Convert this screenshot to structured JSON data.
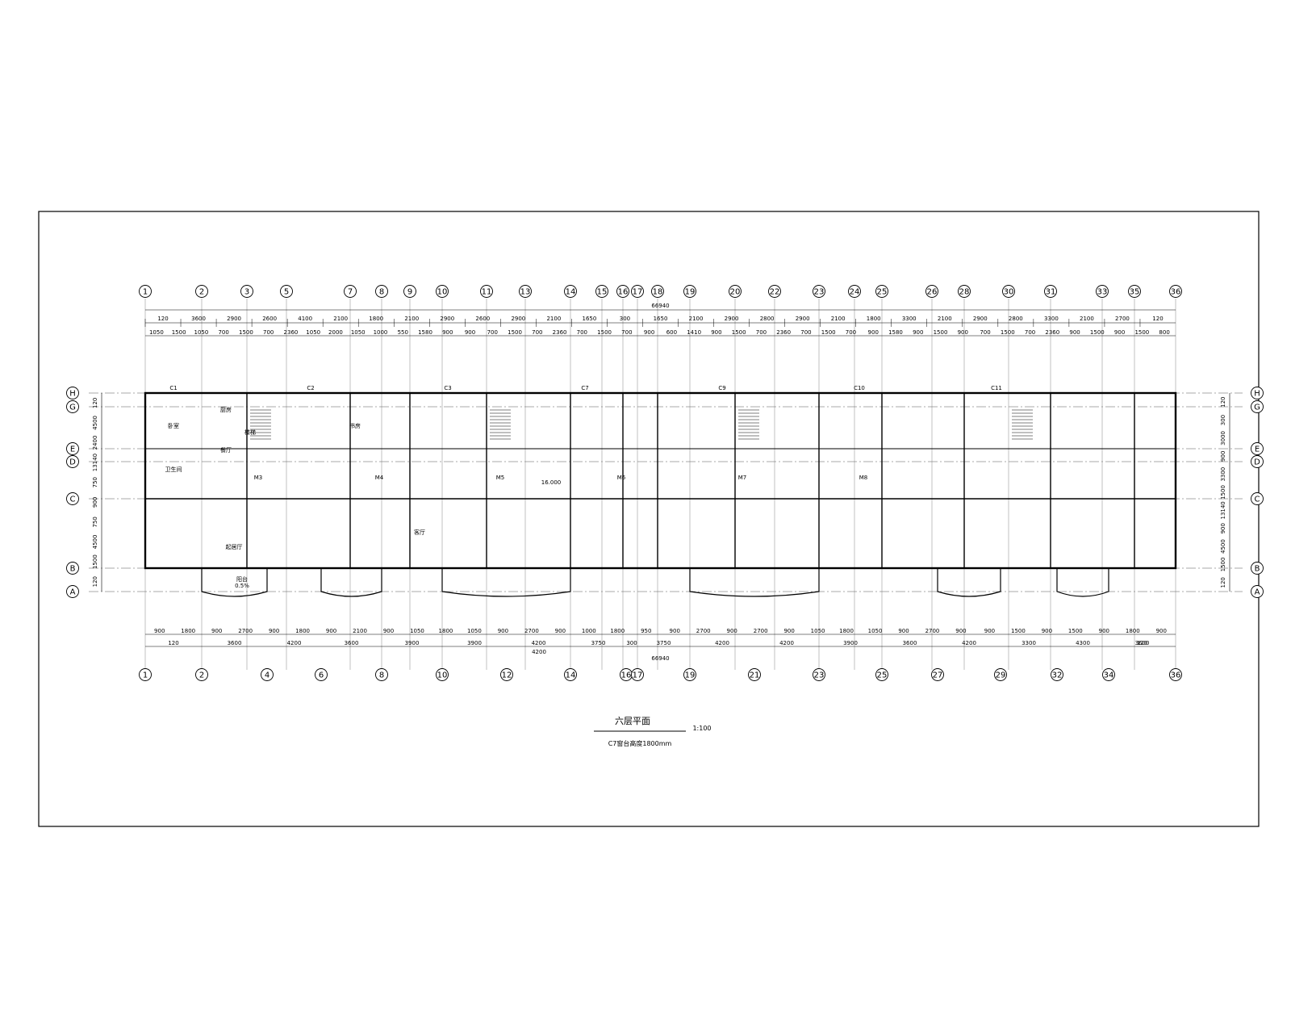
{
  "drawing": {
    "title": "六层平面",
    "scale": "1:100",
    "note": "C7窗台高度1800mm"
  },
  "axes": {
    "top": [
      "1",
      "2",
      "3",
      "5",
      "7",
      "8",
      "9",
      "10",
      "11",
      "13",
      "14",
      "15",
      "16",
      "17",
      "18",
      "19",
      "20",
      "22",
      "23",
      "24",
      "25",
      "26",
      "28",
      "30",
      "31",
      "33",
      "35",
      "36"
    ],
    "bottom": [
      "1",
      "2",
      "4",
      "6",
      "8",
      "10",
      "12",
      "14",
      "16",
      "17",
      "19",
      "21",
      "23",
      "25",
      "27",
      "29",
      "32",
      "34",
      "36"
    ],
    "rows": [
      "H",
      "G",
      "E",
      "D",
      "C",
      "B",
      "A"
    ]
  },
  "dimensions": {
    "top_total": "66940",
    "top_row1": [
      "120",
      "3600",
      "2900",
      "2600",
      "4100",
      "2100",
      "1800",
      "2100",
      "2900",
      "2600",
      "2900",
      "2100",
      "1650",
      "300",
      "1650",
      "2100",
      "2900",
      "2800",
      "2900",
      "2100",
      "1800",
      "3300",
      "2100",
      "2900",
      "2800",
      "3300",
      "2100",
      "2700",
      "120"
    ],
    "top_row2": [
      "1050",
      "1500",
      "1050",
      "700",
      "1500",
      "700",
      "2360",
      "1050",
      "2000",
      "1050",
      "1000",
      "550",
      "1580",
      "900",
      "900",
      "700",
      "1500",
      "700",
      "2360",
      "700",
      "1500",
      "700",
      "900",
      "600",
      "1410",
      "900",
      "1500",
      "700",
      "2360",
      "700",
      "1500",
      "700",
      "900",
      "1580",
      "900",
      "1500",
      "900",
      "700",
      "1500",
      "700",
      "2360",
      "900",
      "1500",
      "900",
      "1500",
      "800"
    ],
    "bottom_total": "66940",
    "bottom_sub": "4200",
    "bottom_row1": [
      "120",
      "3600",
      "4200",
      "3600",
      "3900",
      "3900",
      "4200",
      "3750",
      "300",
      "3750",
      "4200",
      "4200",
      "3900",
      "3600",
      "4200",
      "3300",
      "4300",
      "3600",
      "120"
    ],
    "bottom_row2": [
      "900",
      "1800",
      "900",
      "2700",
      "900",
      "1800",
      "900",
      "2100",
      "900",
      "1050",
      "1800",
      "1050",
      "900",
      "2700",
      "900",
      "1000",
      "1800",
      "950",
      "900",
      "2700",
      "900",
      "2700",
      "900",
      "1050",
      "1800",
      "1050",
      "900",
      "2700",
      "900",
      "900",
      "1500",
      "900",
      "1500",
      "900",
      "1800",
      "900"
    ],
    "left": [
      "120",
      "4500",
      "2400",
      "13140",
      "750",
      "900",
      "750",
      "4500",
      "1500",
      "120"
    ],
    "right": [
      "120",
      "300",
      "3000",
      "900",
      "3300",
      "1500",
      "13140",
      "900",
      "4500",
      "1500",
      "120"
    ]
  },
  "rooms": [
    "卧室",
    "厨房",
    "餐厅",
    "起居厅",
    "阳台",
    "卫生间",
    "书房",
    "客厅",
    "楼梯"
  ],
  "labels": {
    "door_tags": [
      "M3",
      "M4",
      "M5",
      "M6",
      "M7",
      "M8"
    ],
    "window_tags": [
      "C1",
      "C2",
      "C3",
      "C7",
      "C9",
      "C10",
      "C11"
    ],
    "elevation": "16.000",
    "balcony_slope": "0.5%"
  }
}
